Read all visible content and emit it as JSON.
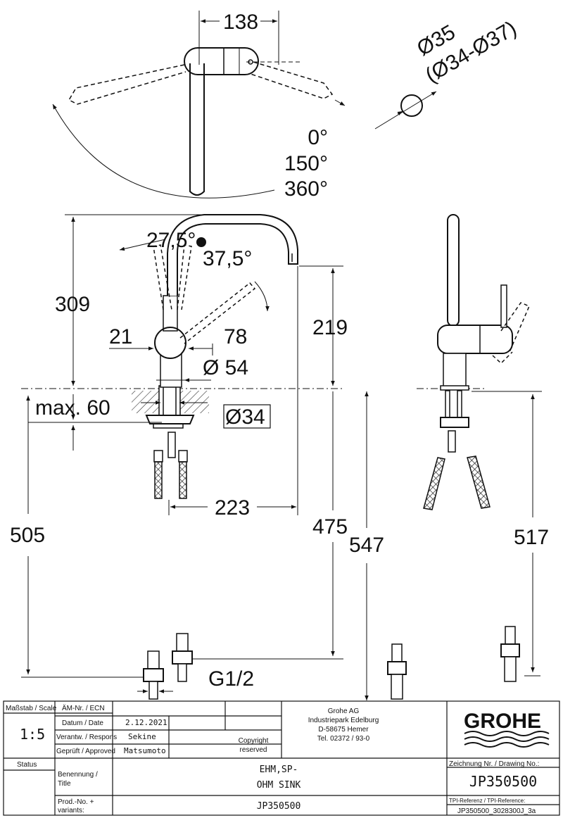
{
  "top_view": {
    "dims": {
      "width": "138",
      "pipe_dia": "Ø35",
      "hole_range": "(Ø34-Ø37)"
    },
    "angles": [
      "0°",
      "150°",
      "360°"
    ]
  },
  "front_view": {
    "dims": {
      "height": "309",
      "spout_height": "219",
      "lever_angle_a": "27,5°",
      "lever_angle_b": "37,5°",
      "offset": "21",
      "lever_len": "78",
      "body_dia": "Ø 54",
      "deck_max": "max. 60",
      "hole_dia": "Ø34",
      "reach": "223",
      "total_height": "505",
      "depth_a": "475",
      "depth_b": "547",
      "thread": "G1/2"
    }
  },
  "side_view": {
    "dims": {
      "height": "517"
    }
  },
  "title_block": {
    "scale_label": "Maßstab / Scale",
    "scale_value": "1:5",
    "ecn_label": "ÄM-Nr. / ECN",
    "date_label": "Datum / Date",
    "date_value": "2.12.2021",
    "resp_label": "Verantw. / Respons",
    "resp_value": "Sekine",
    "approved_label": "Geprüft / Approved",
    "approved_value": "Matsumoto",
    "copyright_line1": "Copyright",
    "copyright_line2": "reserved",
    "company_line1": "Grohe AG",
    "company_line2": "Industriepark Edelburg",
    "company_line3": "D-58675 Hemer",
    "company_line4": "Tel. 02372 / 93-0",
    "logo": "GROHE",
    "status_label": "Status",
    "title_label_1": "Benennung /",
    "title_label_2": "Title",
    "title_value_1": "EHM,SP-",
    "title_value_2": "OHM SINK",
    "drawing_no_label": "Zeichnung Nr. / Drawing No.:",
    "drawing_no_value": "JP350500",
    "prod_label_1": "Prod.-No. +",
    "prod_label_2": "variants:",
    "prod_value": "JP350500",
    "tpi_label": "TPI-Referenz / TPI-Reference:",
    "tpi_value": "JP350500_3028300J_3a"
  }
}
